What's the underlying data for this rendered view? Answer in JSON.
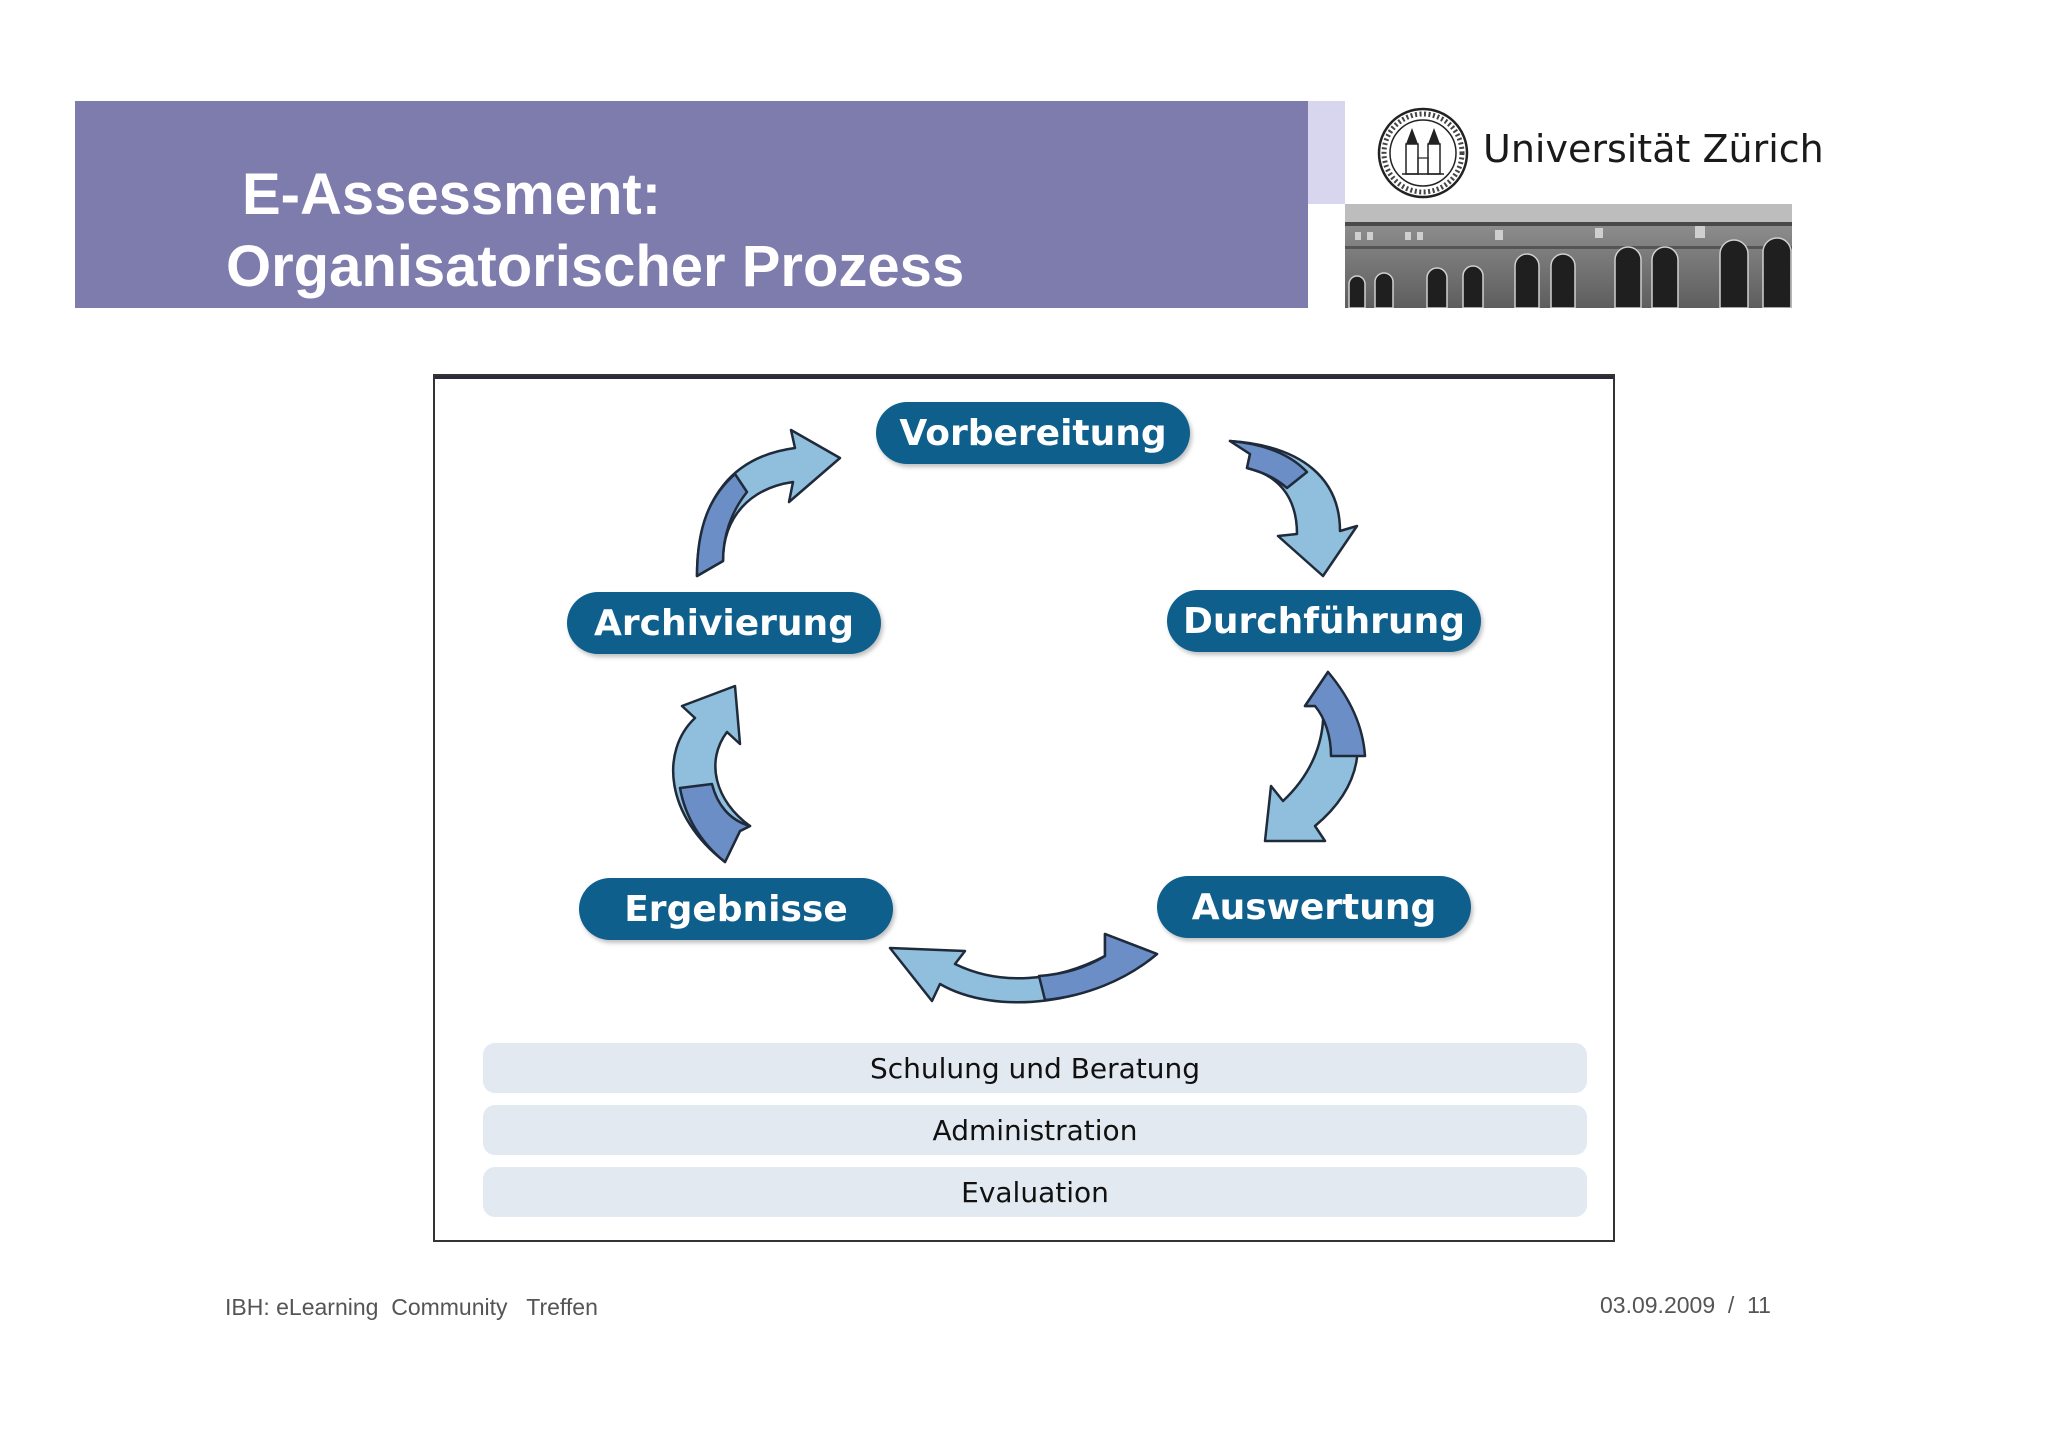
{
  "header": {
    "title_line1": "E-Assessment:",
    "title_line2": "Organisatorischer Prozess",
    "band_color": "#7e7bad",
    "university_name": "Universität Zürich"
  },
  "diagram": {
    "stages": [
      {
        "label": "Vorbereitung"
      },
      {
        "label": "Durchführung"
      },
      {
        "label": "Auswertung"
      },
      {
        "label": "Ergebnisse"
      },
      {
        "label": "Archivierung"
      }
    ],
    "support_bars": [
      {
        "label": "Schulung und Beratung"
      },
      {
        "label": "Administration"
      },
      {
        "label": "Evaluation"
      }
    ],
    "pill_color": "#0e5f8c",
    "arrow_light": "#8fbfdc",
    "arrow_dark": "#6b8ec6"
  },
  "footer": {
    "left": "IBH: eLearning  Community   Treffen",
    "right": "03.09.2009  /  11"
  }
}
